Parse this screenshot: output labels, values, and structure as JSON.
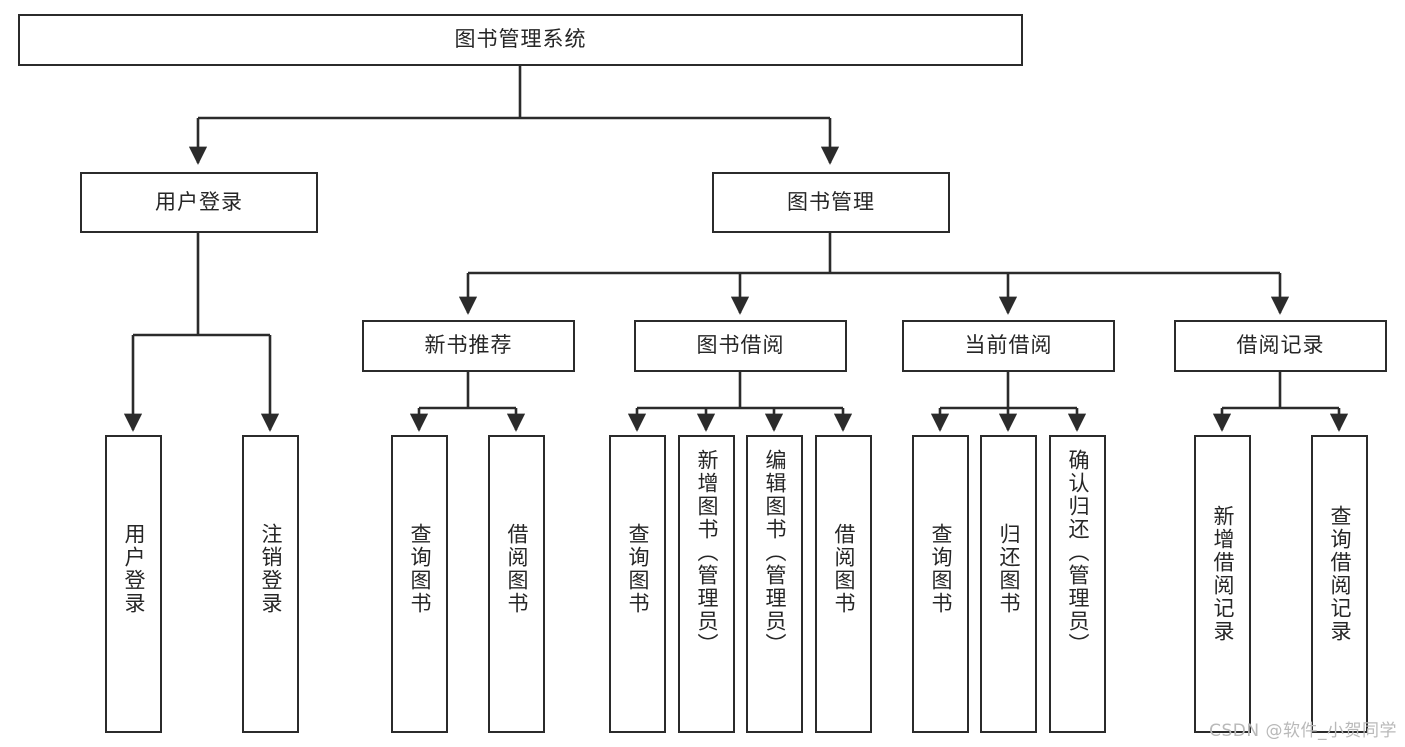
{
  "diagram": {
    "title": "图书管理系统",
    "type": "tree-hierarchy",
    "levels": 4,
    "colors": {
      "background": "#ffffff",
      "border": "#2b2b2b",
      "text": "#262626",
      "edge": "#2b2b2b",
      "watermark": "#b9b9b9"
    },
    "root": {
      "label": "图书管理系统"
    },
    "level2": [
      {
        "label": "用户登录"
      },
      {
        "label": "图书管理"
      }
    ],
    "level3": [
      {
        "label": "新书推荐"
      },
      {
        "label": "图书借阅"
      },
      {
        "label": "当前借阅"
      },
      {
        "label": "借阅记录"
      }
    ],
    "leaves_user_login": [
      {
        "label": "用户登录"
      },
      {
        "label": "注销登录"
      }
    ],
    "leaves_new_book": [
      {
        "label": "查询图书"
      },
      {
        "label": "借阅图书"
      }
    ],
    "leaves_book_borrow": [
      {
        "label": "查询图书"
      },
      {
        "label": "新增图书（管理员）"
      },
      {
        "label": "编辑图书（管理员）"
      },
      {
        "label": "借阅图书"
      }
    ],
    "leaves_current_borrow": [
      {
        "label": "查询图书"
      },
      {
        "label": "归还图书"
      },
      {
        "label": "确认归还（管理员）"
      }
    ],
    "leaves_borrow_record": [
      {
        "label": "新增借阅记录"
      },
      {
        "label": "查询借阅记录"
      }
    ]
  },
  "watermark": {
    "text": "CSDN @软件_小贺同学"
  }
}
